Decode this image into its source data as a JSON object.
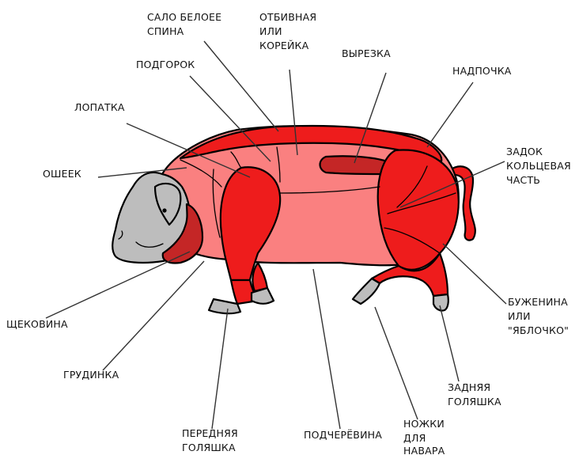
{
  "colors": {
    "light_cut": "#fa8080",
    "bright_cut": "#ee1c1c",
    "dark_cut": "#c42626",
    "hoof_grey": "#bdbdbd",
    "outline": "#000000"
  },
  "labels": {
    "salo_1": "САЛО БЕЛОЕЕ",
    "salo_2": "СПИНА",
    "otbivnaya_1": "ОТБИВНАЯ",
    "otbivnaya_2": "ИЛИ",
    "otbivnaya_3": "КОРЕЙКА",
    "vyrezka": "ВЫРЕЗКА",
    "nadpochka": "НАДПОЧКА",
    "podgorok": "ПОДГОРОК",
    "lopatka": "ЛОПАТКА",
    "osheek": "ОШЕЕК",
    "zadok_1": "ЗАДОК",
    "zadok_2": "КОЛЬЦЕВАЯ",
    "zadok_3": "ЧАСТЬ",
    "buzhenina_1": "БУЖЕНИНА",
    "buzhenina_2": "ИЛИ",
    "buzhenina_3": "\"ЯБЛОЧКО\"",
    "shchekovina": "ЩЕКОВИНА",
    "grudinka": "ГРУДИНКА",
    "zadnyaya_1": "ЗАДНЯЯ",
    "zadnyaya_2": "ГОЛЯШКА",
    "perednyaya_1": "ПЕРЕДНЯЯ",
    "perednyaya_2": "ГОЛЯШКА",
    "podcherevina": "ПОДЧЕРЁВИНА",
    "nozhki_1": "НОЖКИ",
    "nozhki_2": "ДЛЯ",
    "nozhki_3": "НАВАРА"
  }
}
